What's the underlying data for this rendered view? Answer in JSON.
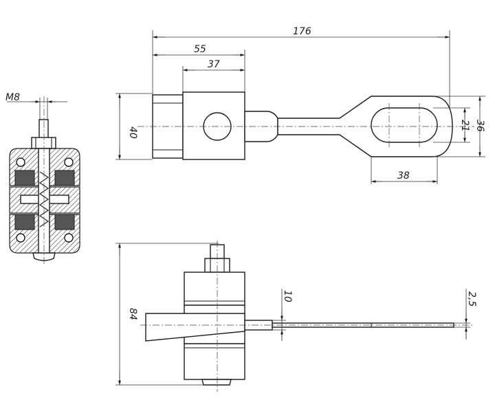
{
  "dimensions": {
    "thread": "M8",
    "overall_length": "176",
    "body_width": "55",
    "clamp_width": "37",
    "height_front": "40",
    "eye_inner": "21",
    "eye_outer": "36",
    "eye_length": "38",
    "total_height": "84",
    "rod_thickness": "10",
    "strip_thickness": "2,5"
  },
  "colors": {
    "line": "#1a1a1a",
    "background": "#ffffff"
  }
}
